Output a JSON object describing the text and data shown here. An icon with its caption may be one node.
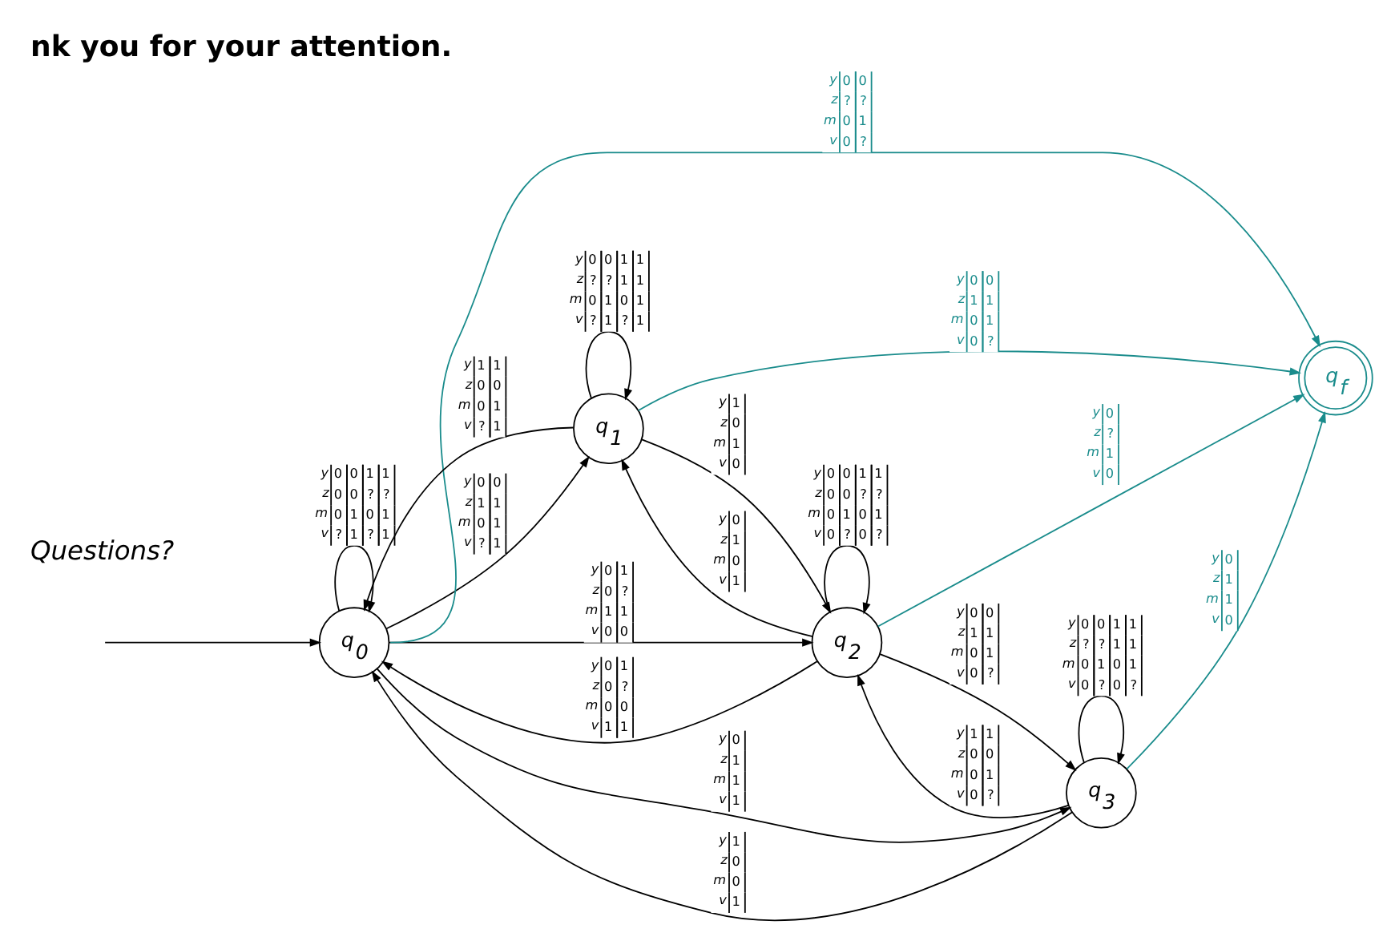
{
  "diagram": {
    "title": "nk you for your attention.",
    "nodes": [
      {
        "text": [
          "q$_{0}$"
        ]
      },
      {
        "text": [
          "q$_{1}$"
        ]
      },
      {
        "text": [
          "q$_{2}$"
        ]
      },
      {
        "text": [
          "q$_{3}$"
        ]
      },
      {
        "text": [
          "q$_{f}$"
        ]
      }
    ],
    "edges": [
      {
        "from": null,
        "to": 0,
        "arrow": "to"
      },
      {
        "from": 0,
        "to": 0,
        "arrow": "to",
        "label": "y 0 0 1 1 z 0 0 ? ? m 0 1 0 1 v ? 1 ? 1"
      },
      {
        "from": 1,
        "to": 0,
        "arrow": "to",
        "label": "y 1 1 z 0 0 m 0 1 v ? 1"
      },
      {
        "from": 0,
        "to": 1,
        "arrow": "to",
        "label": "y 0 0 z 1 1 m 0 1 v ? 1"
      },
      {
        "from": 1,
        "to": 1,
        "arrow": "to",
        "label": "y 0 0 1 1 z ? ? 1 1 m 0 1 0 1 v ? 1 ? 1"
      },
      {
        "from": 0,
        "to": 4,
        "arrow": "to",
        "color": "#1a8c8c",
        "label": "y 0 0 z ? ? m 0 1 v 0 ?"
      },
      {
        "from": 1,
        "to": 4,
        "arrow": "to",
        "color": "#1a8c8c",
        "label": "y 0 0 z 1 1 m 0 1 v 0 ?"
      },
      {
        "from": 0,
        "to": 3,
        "arrow": "to",
        "label": "y 0 z 1 m 1 v 1"
      },
      {
        "from": 3,
        "to": 0,
        "arrow": "to",
        "label": "y 1 z 0 m 0 v 1"
      },
      {
        "from": 0,
        "to": 2,
        "arrow": "to",
        "label": "y 0 1 z 0 ? m 1 1 v 0 0"
      },
      {
        "from": 2,
        "to": 0,
        "arrow": "to",
        "label": "y 0 1 z 0 ? m 0 0 v 1 1"
      },
      {
        "from": 1,
        "to": 2,
        "arrow": "to",
        "label": "y 1 z 0 m 1 v 0"
      },
      {
        "from": 2,
        "to": 1,
        "arrow": "to",
        "label": "y 0 z 1 m 0 v 1"
      },
      {
        "from": 2,
        "to": 2,
        "arrow": "to",
        "label": "y 0 0 1 1 z 0 0 ? ? m 0 1 0 1 v 0 ? 0 ?"
      },
      {
        "from": 3,
        "to": 3,
        "arrow": "to",
        "label": "y 0 0 1 1 z ? ? 1 1 m 0 1 0 1 v 0 ? 0 ?"
      },
      {
        "from": 2,
        "to": 3,
        "arrow": "to",
        "label": "y 0 0 z 1 1 m 0 1 v 0 ?"
      },
      {
        "from": 3,
        "to": 2,
        "arrow": "to",
        "label": "y 1 1 z 0 0 m 0 1 v 0 ?"
      },
      {
        "from": 2,
        "to": 4,
        "arrow": "to",
        "color": "#1a8c8c",
        "label": "y 0 z ? m 1 v 0"
      },
      {
        "from": 3,
        "to": 4,
        "arrow": "to",
        "color": "#1a8c8c",
        "label": "y 0 z 1 m 1 v 0"
      }
    ],
    "labels": [
      "Questions?"
    ]
  }
}
